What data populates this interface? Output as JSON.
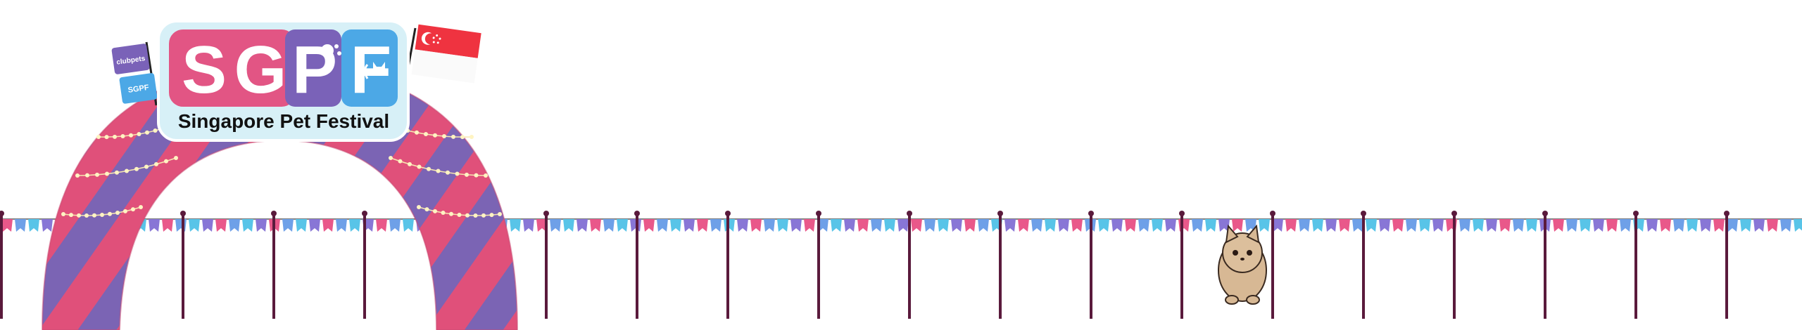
{
  "logo": {
    "letters": [
      "S",
      "G",
      "P",
      "F"
    ],
    "name": "Singapore Pet Festival"
  },
  "side_flags": {
    "top_label": "clubpets",
    "bottom_label": "SGPF"
  },
  "colors": {
    "arch_pink": "#e0507a",
    "arch_purple": "#7b64b4",
    "logo_pink": "#e25584",
    "logo_purple": "#7a62b8",
    "logo_blue": "#4ca8e6",
    "logo_bg": "#d7f0f7",
    "post": "#5a1a3c",
    "bunting": [
      "#e9588a",
      "#6ea0e8",
      "#58c4e8",
      "#8876d6"
    ],
    "singapore_red": "#ef3340",
    "pet": "#d7b894"
  },
  "icons": [
    "dog-icon",
    "cat-icon",
    "singapore-flag",
    "pet-mascot"
  ]
}
